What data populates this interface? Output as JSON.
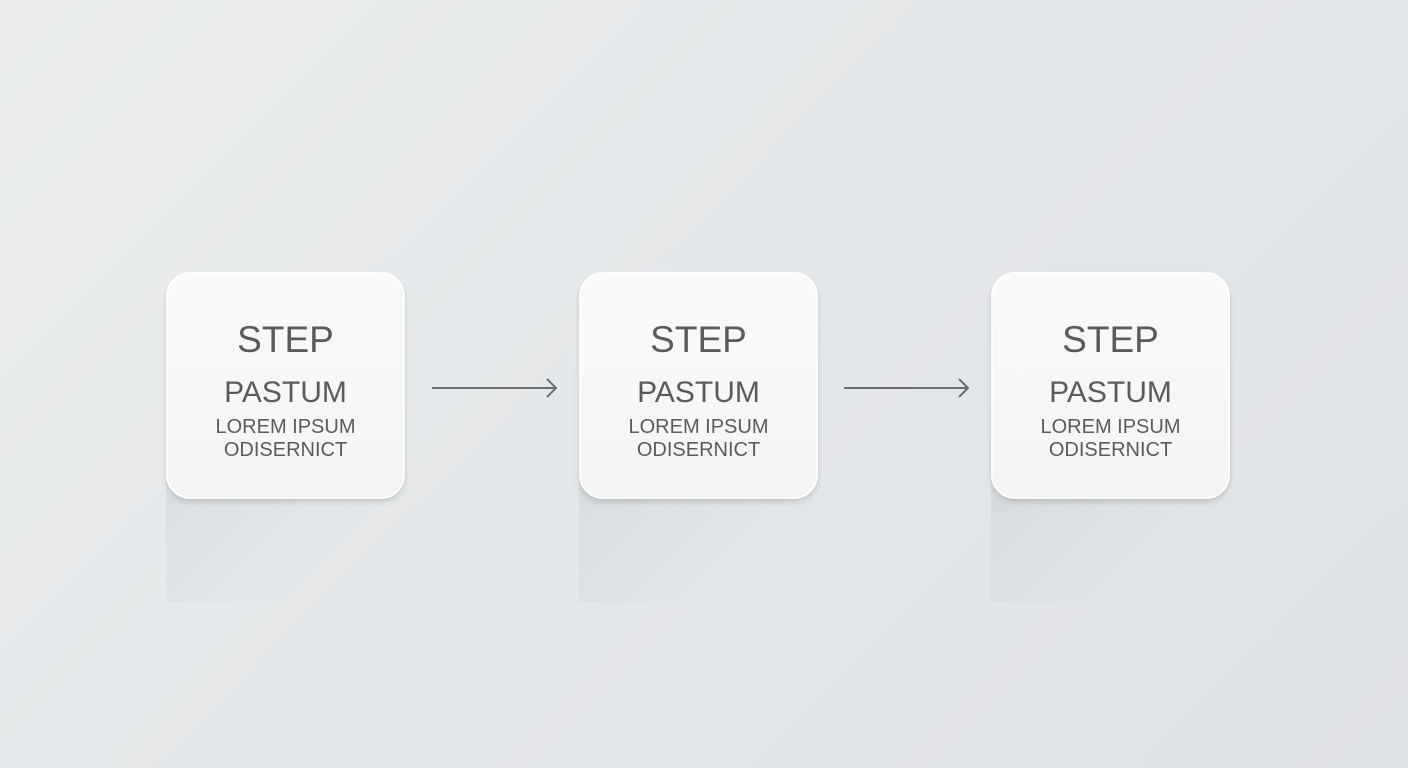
{
  "steps": [
    {
      "title": "STEP",
      "name": "PASTUM",
      "line1": "LOREM IPSUM",
      "line2": "ODISERNICT"
    },
    {
      "title": "STEP",
      "name": "PASTUM",
      "line1": "LOREM IPSUM",
      "line2": "ODISERNICT"
    },
    {
      "title": "STEP",
      "name": "PASTUM",
      "line1": "LOREM IPSUM",
      "line2": "ODISERNICT"
    }
  ]
}
